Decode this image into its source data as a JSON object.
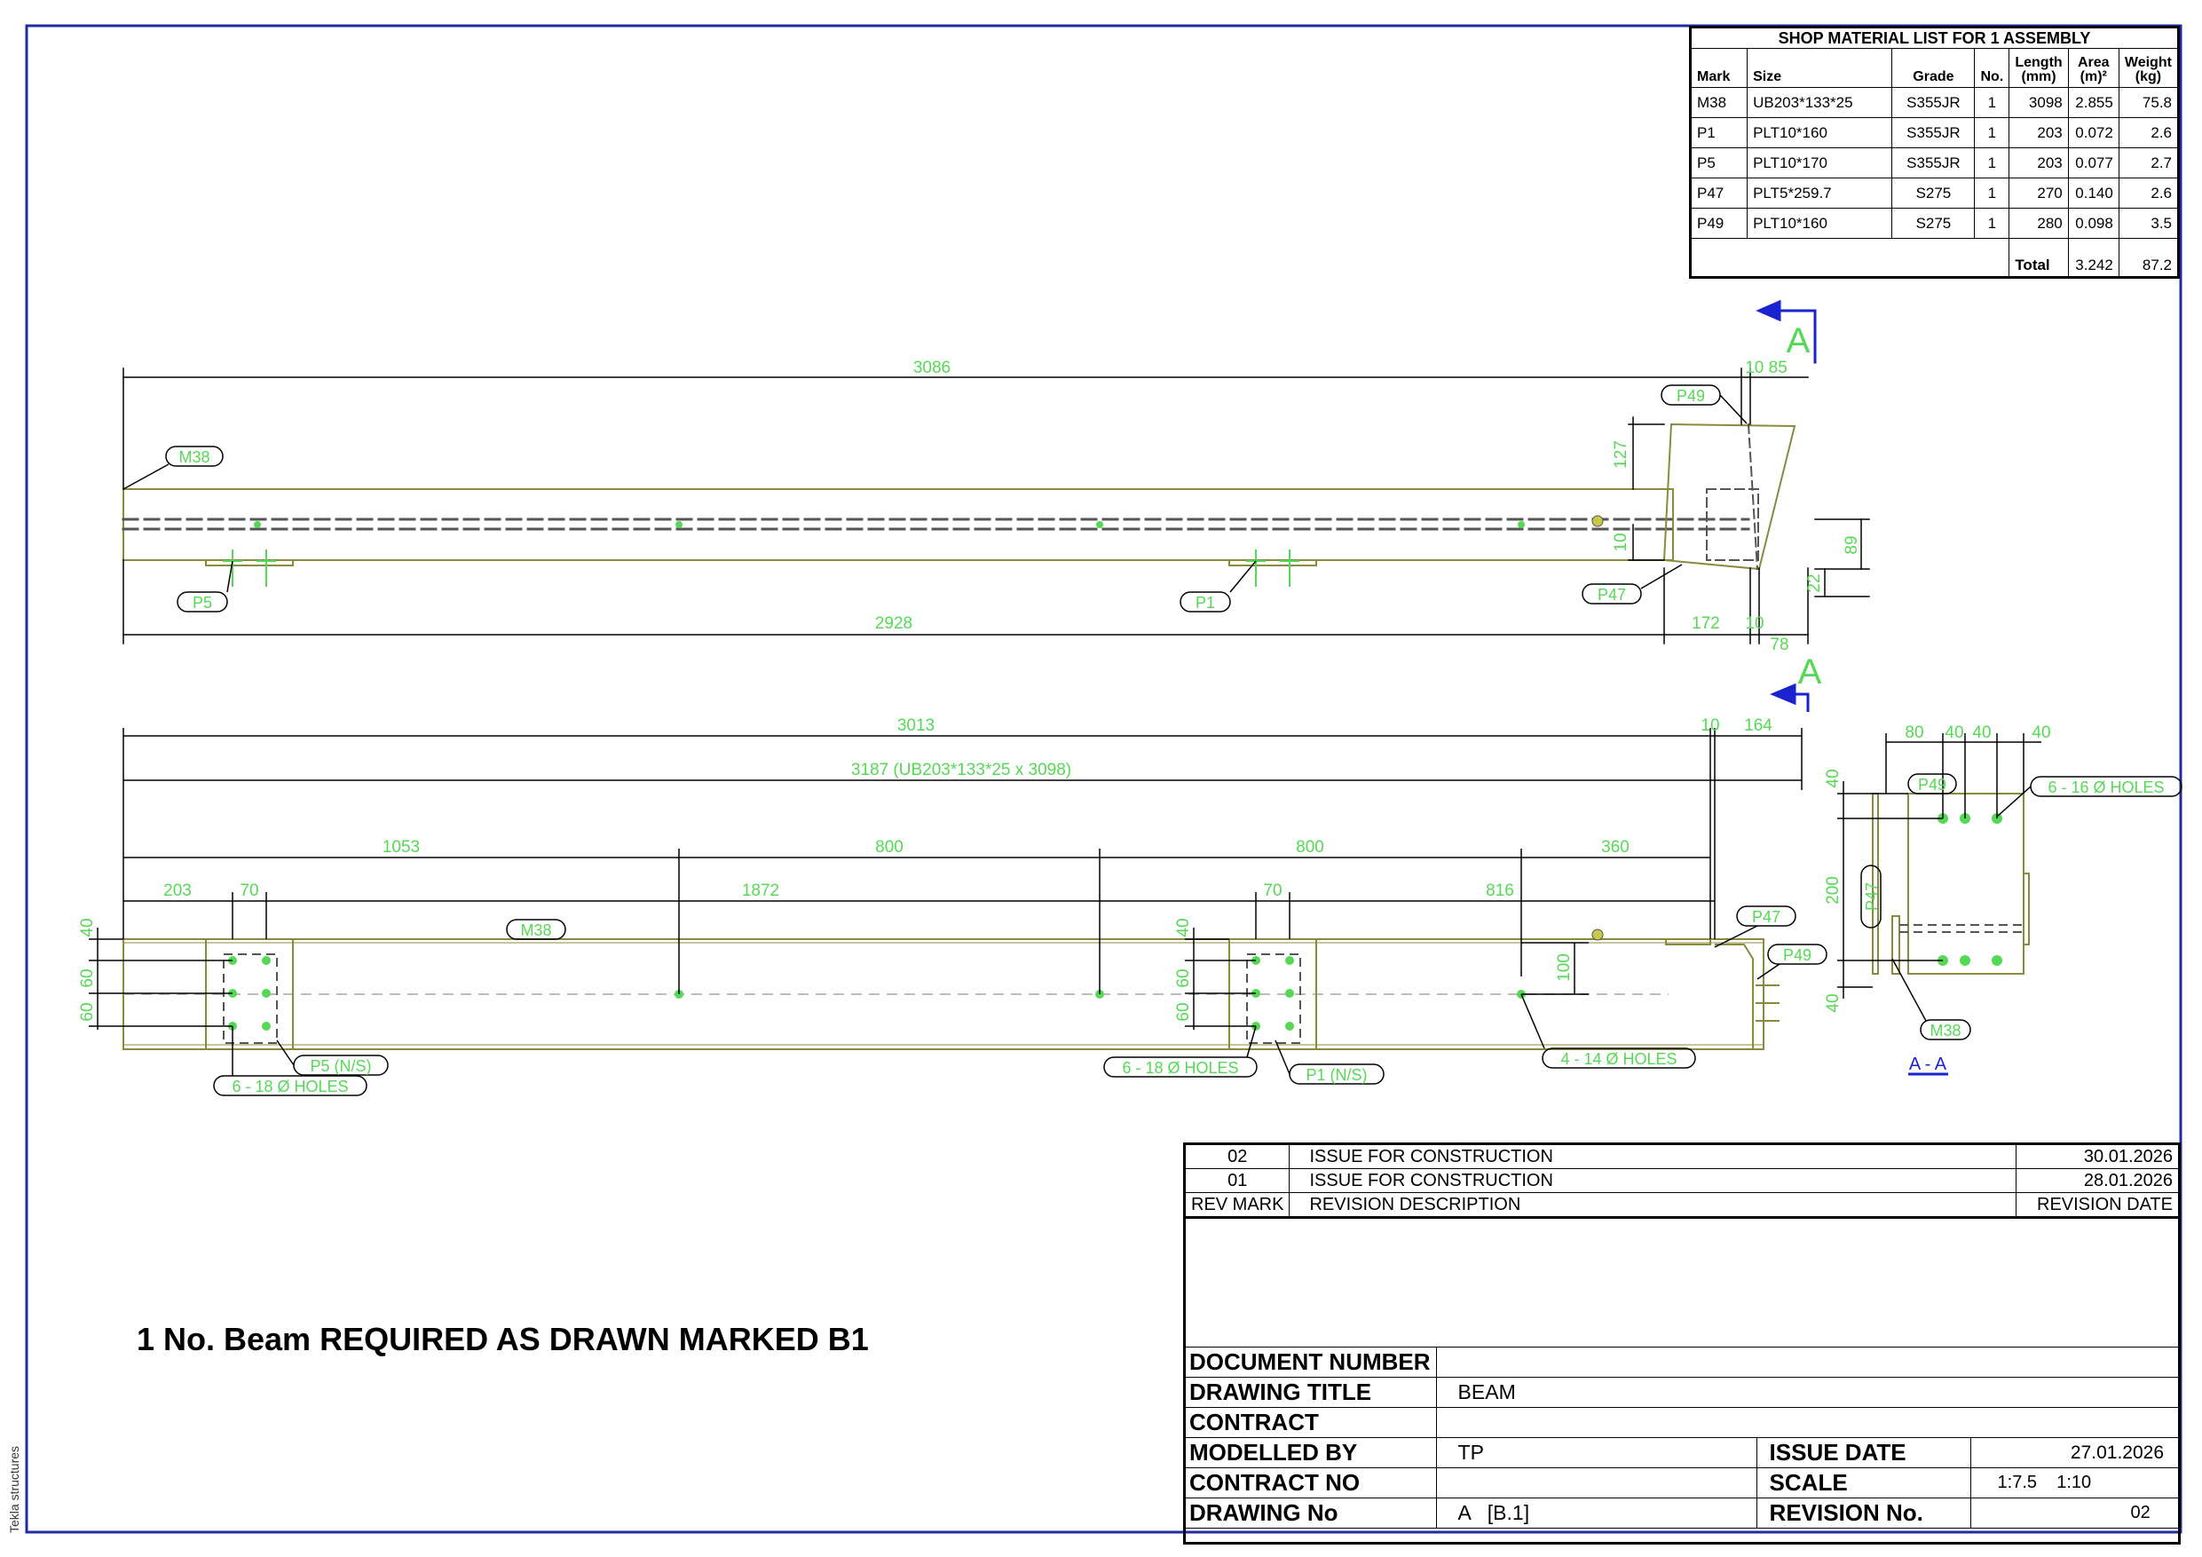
{
  "colors": {
    "frame": "#1f2ba0",
    "dimension": "#55d955",
    "steel_outline": "#8a8a3c",
    "section_arrow": "#1a23d0",
    "line": "#000000"
  },
  "bom": {
    "title": "SHOP MATERIAL LIST FOR 1 ASSEMBLY",
    "headers": {
      "mark": "Mark",
      "size": "Size",
      "grade": "Grade",
      "no": "No.",
      "length": "Length (mm)",
      "area": "Area (m)²",
      "weight": "Weight (kg)"
    },
    "rows": [
      [
        "M38",
        "UB203*133*25",
        "S355JR",
        "1",
        "3098",
        "2.855",
        "75.8"
      ],
      [
        "P1",
        "PLT10*160",
        "S355JR",
        "1",
        "203",
        "0.072",
        "2.6"
      ],
      [
        "P5",
        "PLT10*170",
        "S355JR",
        "1",
        "203",
        "0.077",
        "2.7"
      ],
      [
        "P47",
        "PLT5*259.7",
        "S275",
        "1",
        "270",
        "0.140",
        "2.6"
      ],
      [
        "P49",
        "PLT10*160",
        "S275",
        "1",
        "280",
        "0.098",
        "3.5"
      ]
    ],
    "total_label": "Total",
    "total_area": "3.242",
    "total_weight": "87.2"
  },
  "views": {
    "elevation": {
      "section_marker": "A",
      "labels": {
        "m38": "M38",
        "p5": "P5",
        "p1": "P1",
        "p47": "P47",
        "p49": "P49"
      },
      "dims": {
        "top_length": "3086",
        "top_tail": "10 85",
        "bottom_length": "2928",
        "bot_172": "172",
        "bot_10": "10",
        "bot_78": "78",
        "d127": "127",
        "d10": "10",
        "d89": "89",
        "d22": "22"
      }
    },
    "plan": {
      "section_marker": "A",
      "labels": {
        "m38": "M38",
        "p47": "P47",
        "p49": "P49",
        "p5": "P5 (N/S)",
        "p1": "P1 (N/S)",
        "holes_18a": "6 - 18 Ø HOLES",
        "holes_18b": "6 - 18 Ø HOLES",
        "holes_14": "4 - 14 Ø HOLES"
      },
      "dims": {
        "d3013": "3013",
        "d10": "10",
        "d164": "164",
        "d3187": "3187 (UB203*133*25 x 3098)",
        "d1053": "1053",
        "d800a": "800",
        "d800b": "800",
        "d360": "360",
        "d203": "203",
        "d70a": "70",
        "d1872": "1872",
        "d70b": "70",
        "d816": "816",
        "v40a": "40",
        "v60a": "60",
        "v60b": "60",
        "v40b": "40",
        "v60c": "60",
        "v60d": "60",
        "v100": "100"
      }
    },
    "section": {
      "title": "A - A",
      "labels": {
        "p49": "P49",
        "p47": "P47",
        "m38": "M38",
        "holes_16": "6 - 16 Ø HOLES"
      },
      "dims": {
        "h80": "80",
        "h40a": "40",
        "h40b": "40",
        "h40c": "40",
        "v40a": "40",
        "v200": "200",
        "v40b": "40"
      }
    }
  },
  "note": "1 No. Beam REQUIRED AS DRAWN MARKED B1",
  "revisions": [
    {
      "mark": "02",
      "description": "ISSUE FOR CONSTRUCTION",
      "date": "30.01.2026"
    },
    {
      "mark": "01",
      "description": "ISSUE FOR CONSTRUCTION",
      "date": "28.01.2026"
    }
  ],
  "revision_headers": {
    "mark": "REV MARK",
    "description": "REVISION DESCRIPTION",
    "date": "REVISION DATE"
  },
  "title_block": {
    "document_number_label": "DOCUMENT NUMBER",
    "document_number": "",
    "drawing_title_label": "DRAWING TITLE",
    "drawing_title": "BEAM",
    "contract_label": "CONTRACT",
    "contract": "",
    "modelled_by_label": "MODELLED BY",
    "modelled_by": "TP",
    "issue_date_label": "ISSUE DATE",
    "issue_date": "27.01.2026",
    "contract_no_label": "CONTRACT NO",
    "contract_no": "",
    "scale_label": "SCALE",
    "scale": "1:7.5    1:10",
    "drawing_no_label": "DRAWING No",
    "drawing_no": "A   [B.1]",
    "revision_no_label": "REVISION No.",
    "revision_no": "02"
  },
  "software_tag": "Tekla structures"
}
